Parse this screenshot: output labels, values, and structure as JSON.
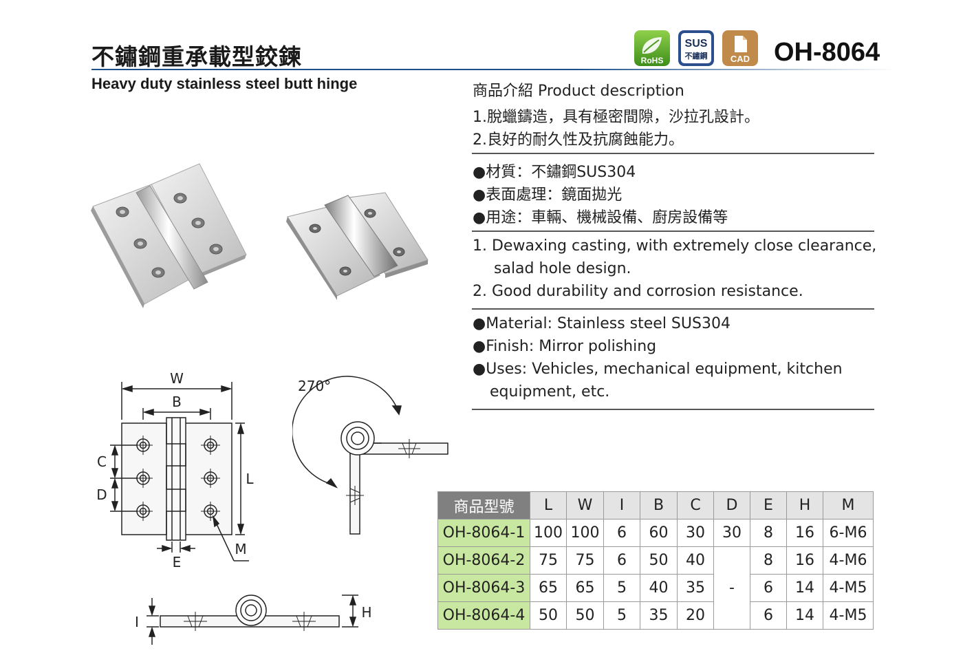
{
  "header": {
    "title_zh": "不鏽鋼重承載型鉸鍊",
    "title_en": "Heavy duty stainless steel butt hinge",
    "model": "OH-8064",
    "badges": {
      "rohs_label": "RoHS",
      "sus_label": "SUS",
      "sus_sub": "不鏽鋼",
      "cad_label": "CAD"
    }
  },
  "description": {
    "heading": "商品介紹 Product description",
    "zh_lines": [
      "1.脫蠟鑄造，具有極密間隙，沙拉孔設計。",
      "2.良好的耐久性及抗腐蝕能力。"
    ],
    "zh_specs": [
      "●材質：不鏽鋼SUS304",
      "●表面處理：鏡面拋光",
      "●用途：車輛、機械設備、廚房設備等"
    ],
    "en_lines": [
      "1. Dewaxing casting, with extremely close clearance,",
      "salad hole design.",
      "2. Good durability and corrosion resistance."
    ],
    "en_specs": [
      "●Material: Stainless steel SUS304",
      "●Finish: Mirror polishing",
      "●Uses: Vehicles, mechanical equipment, kitchen",
      "equipment, etc."
    ]
  },
  "drawing": {
    "dim_labels": {
      "W": "W",
      "B": "B",
      "C": "C",
      "D": "D",
      "L": "L",
      "E": "E",
      "M": "M",
      "I": "I",
      "H": "H"
    },
    "angle": "270°"
  },
  "table": {
    "headers": [
      "商品型號",
      "L",
      "W",
      "I",
      "B",
      "C",
      "D",
      "E",
      "H",
      "M"
    ],
    "rows": [
      [
        "OH-8064-1",
        "100",
        "100",
        "6",
        "60",
        "30",
        "30",
        "8",
        "16",
        "6-M6"
      ],
      [
        "OH-8064-2",
        "75",
        "75",
        "6",
        "50",
        "40",
        "",
        "8",
        "16",
        "4-M6"
      ],
      [
        "OH-8064-3",
        "65",
        "65",
        "5",
        "40",
        "35",
        "-",
        "6",
        "14",
        "4-M5"
      ],
      [
        "OH-8064-4",
        "50",
        "50",
        "5",
        "35",
        "20",
        "",
        "6",
        "14",
        "4-M5"
      ]
    ]
  },
  "colors": {
    "accent_rule": "#1a4f8a",
    "rohs_green": "#5aa52a",
    "sus_blue": "#2b4f8c",
    "cad_tan": "#c08a4a",
    "model_cell": "#c8e8a2",
    "header_cell": "#808080"
  }
}
